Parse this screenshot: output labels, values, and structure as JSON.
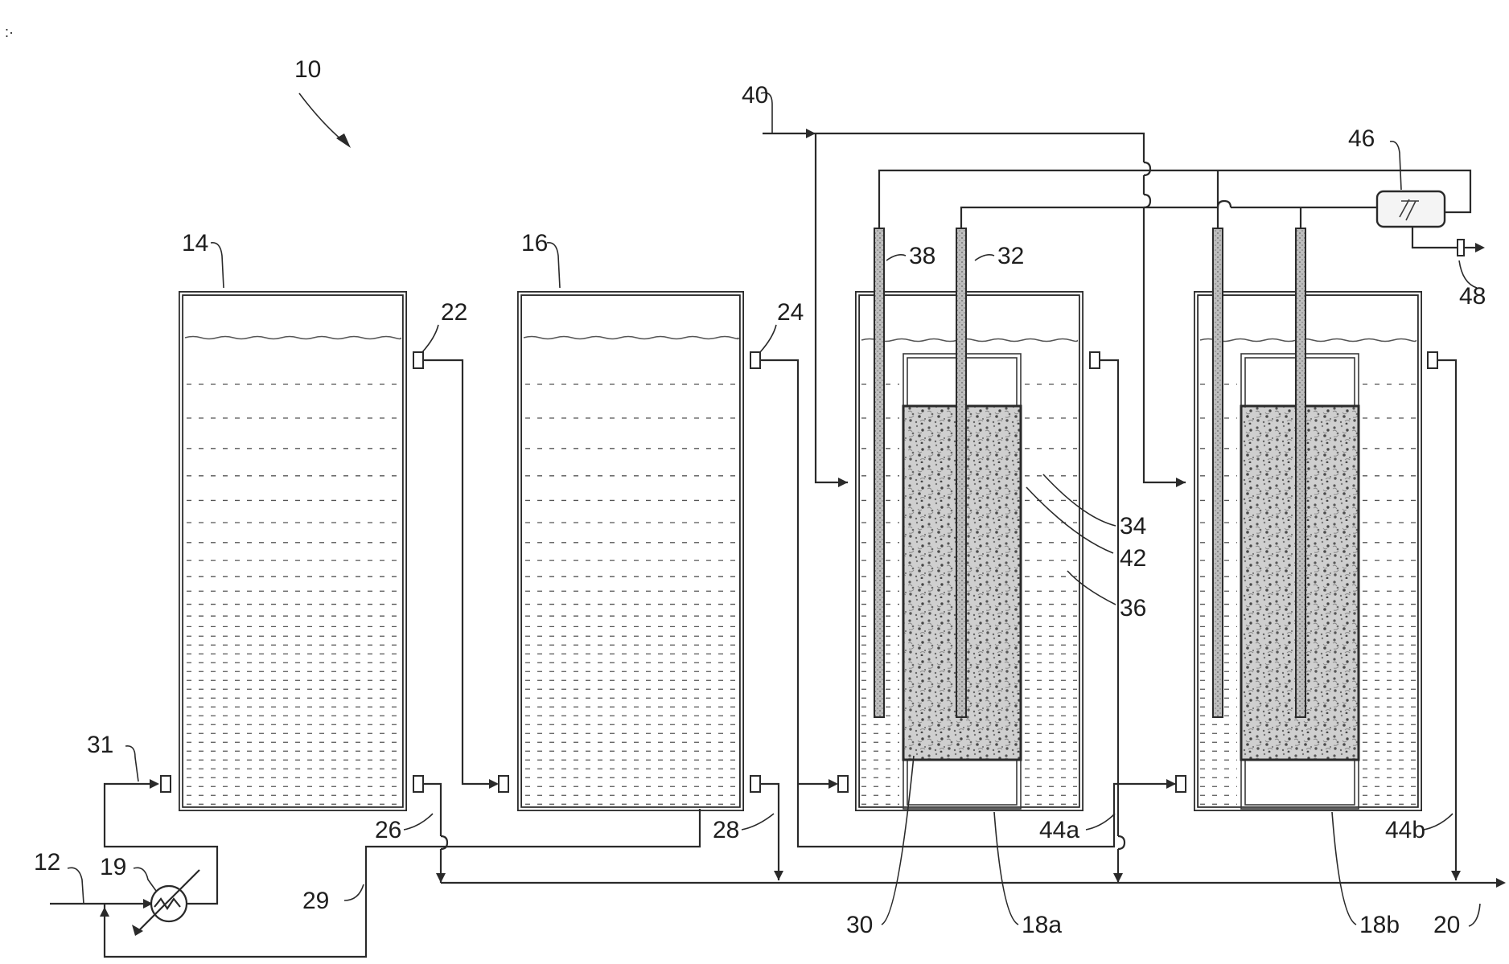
{
  "labels": {
    "system": "10",
    "feed": "12",
    "first_tank": "14",
    "second_tank": "16",
    "heat_exchanger": "19",
    "outlet_line": "20",
    "line_22": "22",
    "line_24": "24",
    "line_26": "26",
    "line_28": "28",
    "line_29": "29",
    "bed": "30",
    "line_31": "31",
    "electrode_32": "32",
    "bed_material": "34",
    "liquid": "36",
    "electrode_38": "38",
    "gas_inlet": "40",
    "bed_surface": "42",
    "line_44a": "44a",
    "line_44b": "44b",
    "power_unit": "46",
    "vent": "48",
    "vessel_a": "18a",
    "vessel_b": "18b"
  },
  "corner_mark": ":·"
}
